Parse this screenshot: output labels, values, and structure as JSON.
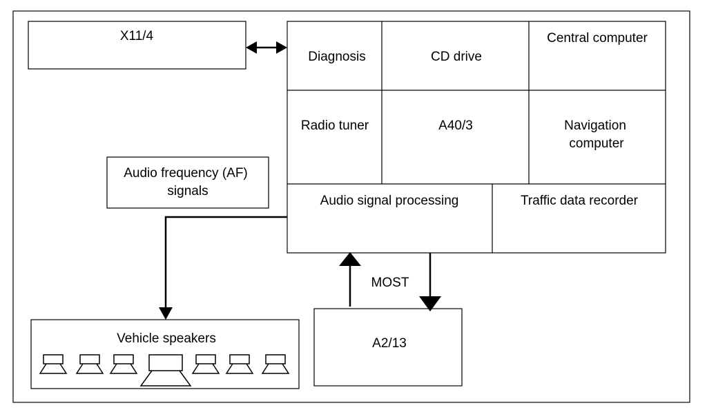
{
  "colors": {
    "stroke": "#000000",
    "background": "#ffffff"
  },
  "boxes": {
    "x11": {
      "label": "X11/4"
    },
    "af_signals": {
      "line1": "Audio frequency (AF)",
      "line2": "signals"
    },
    "speakers": {
      "label": "Vehicle speakers"
    },
    "a2": {
      "label": "A2/13"
    }
  },
  "unit_a40": {
    "diagnosis": "Diagnosis",
    "cd_drive": "CD drive",
    "central_computer": "Central computer",
    "radio_tuner": "Radio tuner",
    "unit_name": "A40/3",
    "navigation": {
      "line1": "Navigation",
      "line2": "computer"
    },
    "audio_signal_processing": "Audio signal processing",
    "traffic_data_recorder": "Traffic data recorder"
  },
  "bus": {
    "label": "MOST"
  },
  "icons": {
    "bidirectional_arrow": "double-arrow-icon",
    "speaker": "speaker-icon"
  }
}
